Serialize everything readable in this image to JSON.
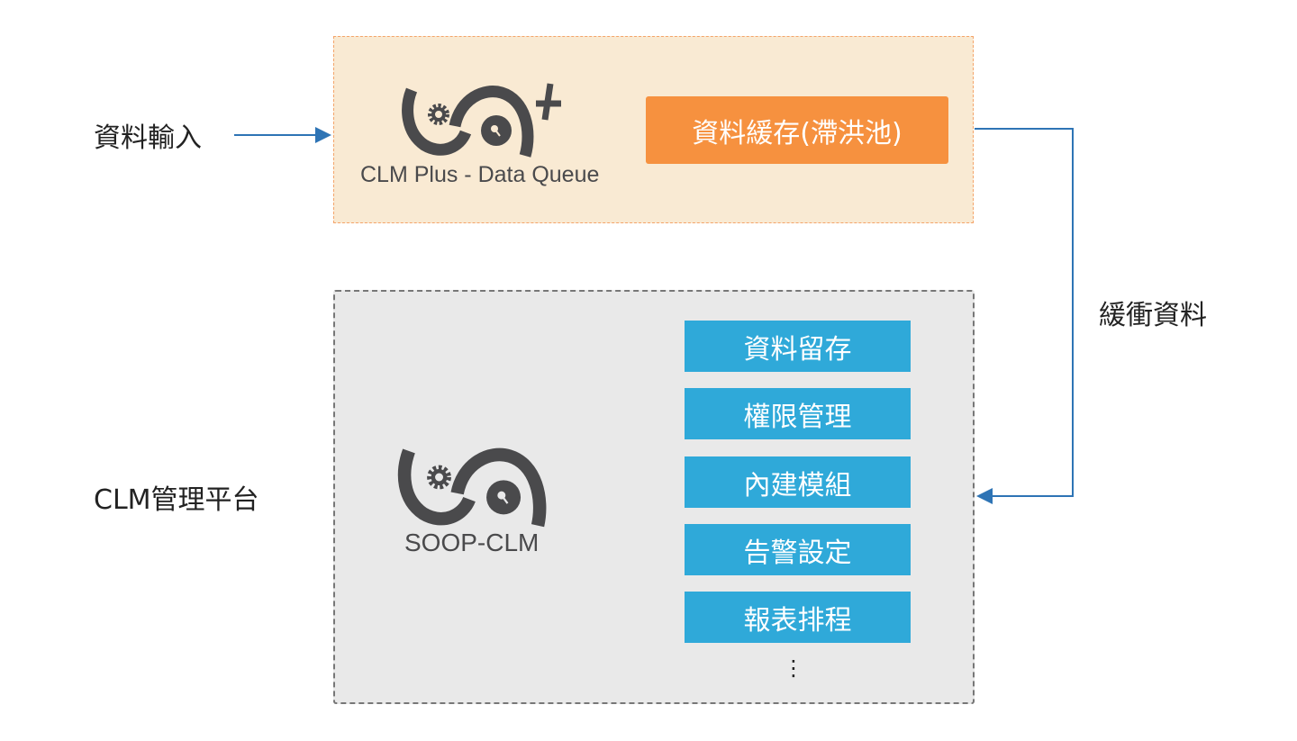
{
  "input_label": "資料輸入",
  "platform_label": "CLM管理平台",
  "buffer_label": "緩衝資料",
  "queue": {
    "logo_text": "CLM Plus - Data Queue",
    "cache_button": "資料緩存(滯洪池)"
  },
  "clm": {
    "logo_text": "SOOP-CLM",
    "modules": [
      "資料留存",
      "權限管理",
      "內建模組",
      "告警設定",
      "報表排程"
    ],
    "more": "⋮"
  },
  "colors": {
    "queue_bg": "#f9ead3",
    "cache": "#f6913f",
    "module": "#2fa9d9",
    "arrow": "#2e74b5",
    "logo": "#4a4a4c"
  }
}
